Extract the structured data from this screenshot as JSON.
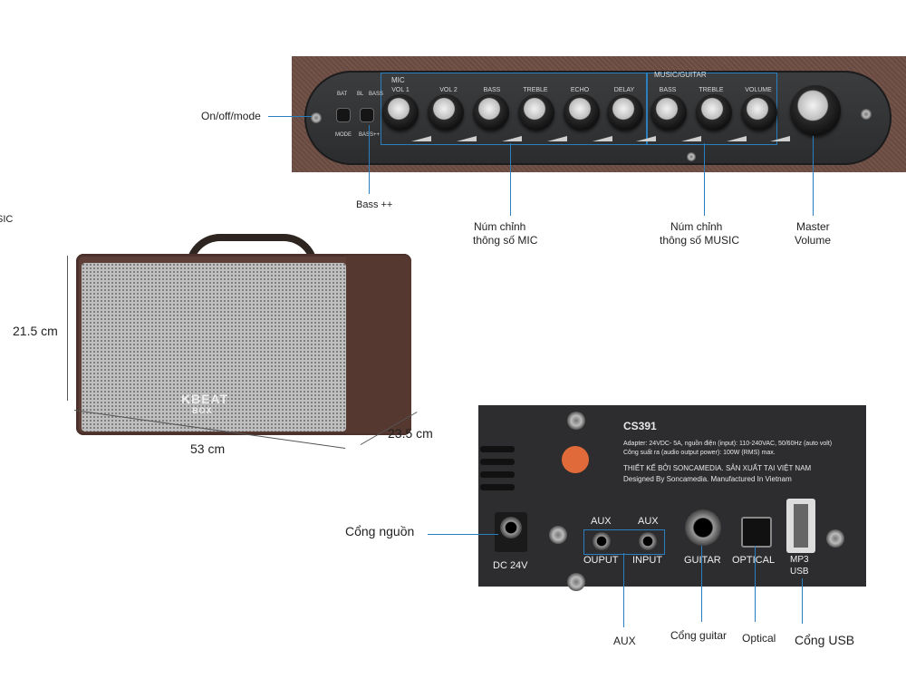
{
  "cut_label": "SIC",
  "top_panel": {
    "mic_group": "MIC",
    "music_group": "MUSIC/GUITAR",
    "mic_knobs": [
      "VOL 1",
      "VOL 2",
      "BASS",
      "TREBLE",
      "ECHO",
      "DELAY"
    ],
    "music_knobs": [
      "BASS",
      "TREBLE",
      "VOLUME"
    ],
    "mini_labels": [
      "BAT",
      "BL",
      "BASS",
      "MODE",
      "BASS++"
    ]
  },
  "callouts": {
    "on_off": "On/off/mode",
    "bass": "Bass ++",
    "mic_params_1": "Núm chỉnh",
    "mic_params_2": "thông số MIC",
    "music_params_1": "Núm chỉnh",
    "music_params_2": "thông số MUSIC",
    "master_1": "Master",
    "master_2": "Volume"
  },
  "dimensions": {
    "height": "21.5 cm",
    "width": "53 cm",
    "depth": "23.5 cm"
  },
  "speaker": {
    "logo_top": "KBEAT",
    "logo_bottom": "BOX"
  },
  "back_panel": {
    "model": "CS391",
    "spec_1": "Adapter: 24VDC- 5A, nguồn điện (input): 110-240VAC, 50/60Hz (auto volt)",
    "spec_2": "Công suất ra (audio output power): 100W (RMS) max.",
    "made_vn": "THIẾT KẾ BỞI SONCAMEDIA. SẢN XUẤT TẠI VIỆT NAM",
    "made_en": "Designed By Soncamedia. Manufactured In Vietnam",
    "dc": "DC 24V",
    "aux_top_1": "AUX",
    "aux_top_2": "AUX",
    "ouput": "OUPUT",
    "input": "INPUT",
    "guitar": "GUITAR",
    "optical": "OPTICAL",
    "mp3": "MP3",
    "usb": "USB"
  },
  "bottom_callouts": {
    "power": "Cổng nguồn",
    "aux": "AUX",
    "guitar": "Cổng guitar",
    "optical": "Optical",
    "usb": "Cổng USB"
  },
  "colors": {
    "callout_line": "#2a7fc0",
    "panel": "#2d2d2f",
    "leather": "#5d3f38"
  }
}
